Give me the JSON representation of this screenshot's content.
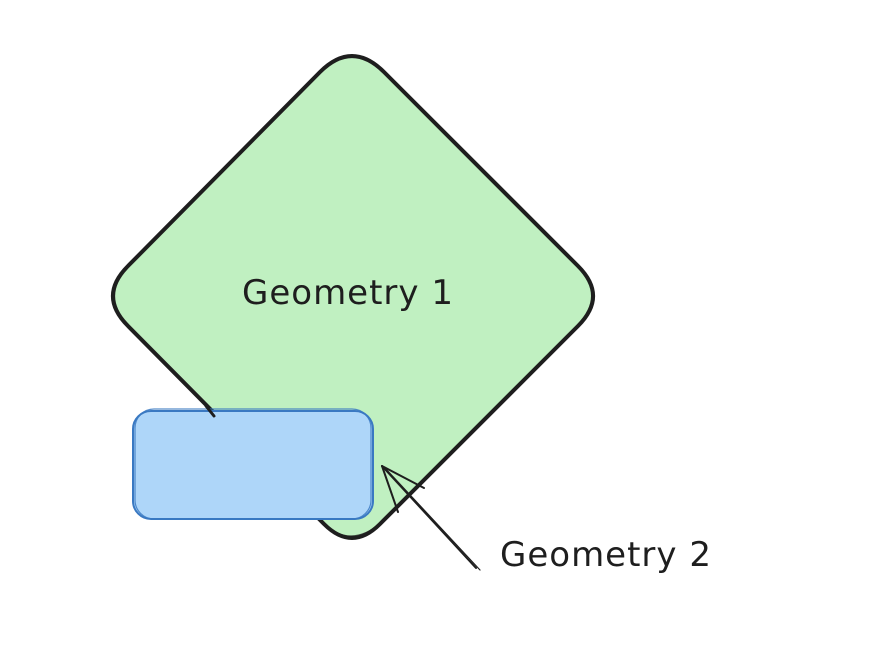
{
  "diagram": {
    "shapes": [
      {
        "name": "geometry-1-diamond",
        "label": "Geometry 1",
        "fill": "#c0f0c1",
        "stroke": "#1e1e1e"
      },
      {
        "name": "geometry-2-rectangle",
        "fill": "#aed6f9",
        "stroke": "#3a79c2"
      }
    ],
    "annotation": {
      "label": "Geometry 2",
      "stroke": "#1e1e1e"
    }
  }
}
